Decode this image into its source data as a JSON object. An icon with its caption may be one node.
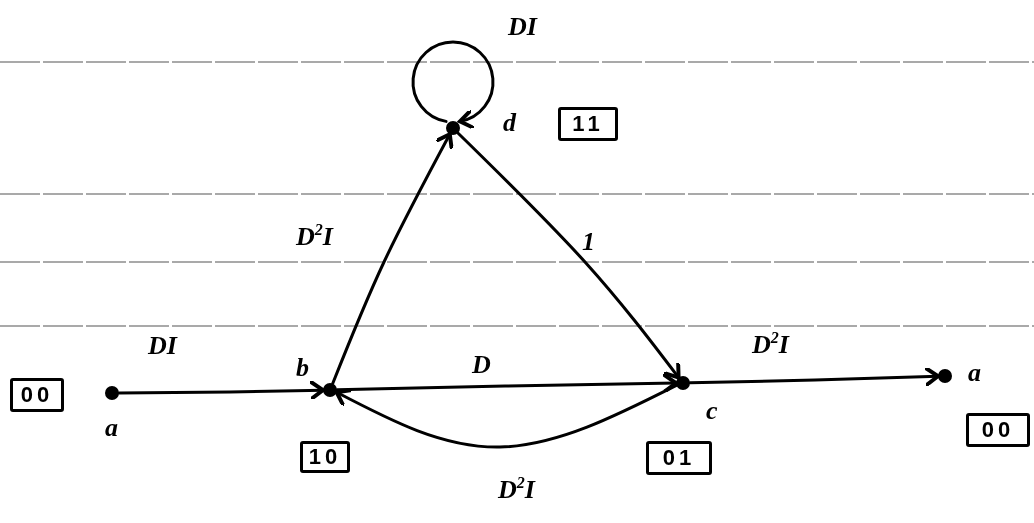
{
  "diagram": {
    "nodes": [
      {
        "text": [
          "00"
        ]
      },
      {
        "text": [],
        "shape": "circle",
        "beside": [
          "a"
        ]
      },
      {
        "text": [],
        "shape": "circle",
        "beside": [
          "b"
        ]
      },
      {
        "text": [
          "10"
        ]
      },
      {
        "text": [],
        "shape": "circle",
        "beside": [
          "d"
        ]
      },
      {
        "text": [
          "11"
        ]
      },
      {
        "text": [],
        "shape": "circle",
        "beside": [
          "c"
        ]
      },
      {
        "text": [
          "01"
        ]
      },
      {
        "text": [],
        "shape": "circle",
        "beside": [
          "a"
        ]
      },
      {
        "text": [
          "00"
        ]
      }
    ],
    "edges": [
      {
        "from": 1,
        "to": 2,
        "arrow": "to",
        "label": "DI"
      },
      {
        "from": 2,
        "to": 6,
        "arrow": "to",
        "label": "D"
      },
      {
        "from": 6,
        "to": 2,
        "arrow": "to",
        "label": "D$^{2}$I"
      },
      {
        "from": 2,
        "to": 4,
        "arrow": "to",
        "label": "D$^{2}$I"
      },
      {
        "from": 4,
        "to": 6,
        "arrow": "to",
        "label": "1"
      },
      {
        "from": 6,
        "to": 8,
        "arrow": "to",
        "label": "D$^{2}$I"
      },
      {
        "from": 4,
        "to": 4,
        "arrow": "to",
        "label": "DI"
      }
    ]
  }
}
